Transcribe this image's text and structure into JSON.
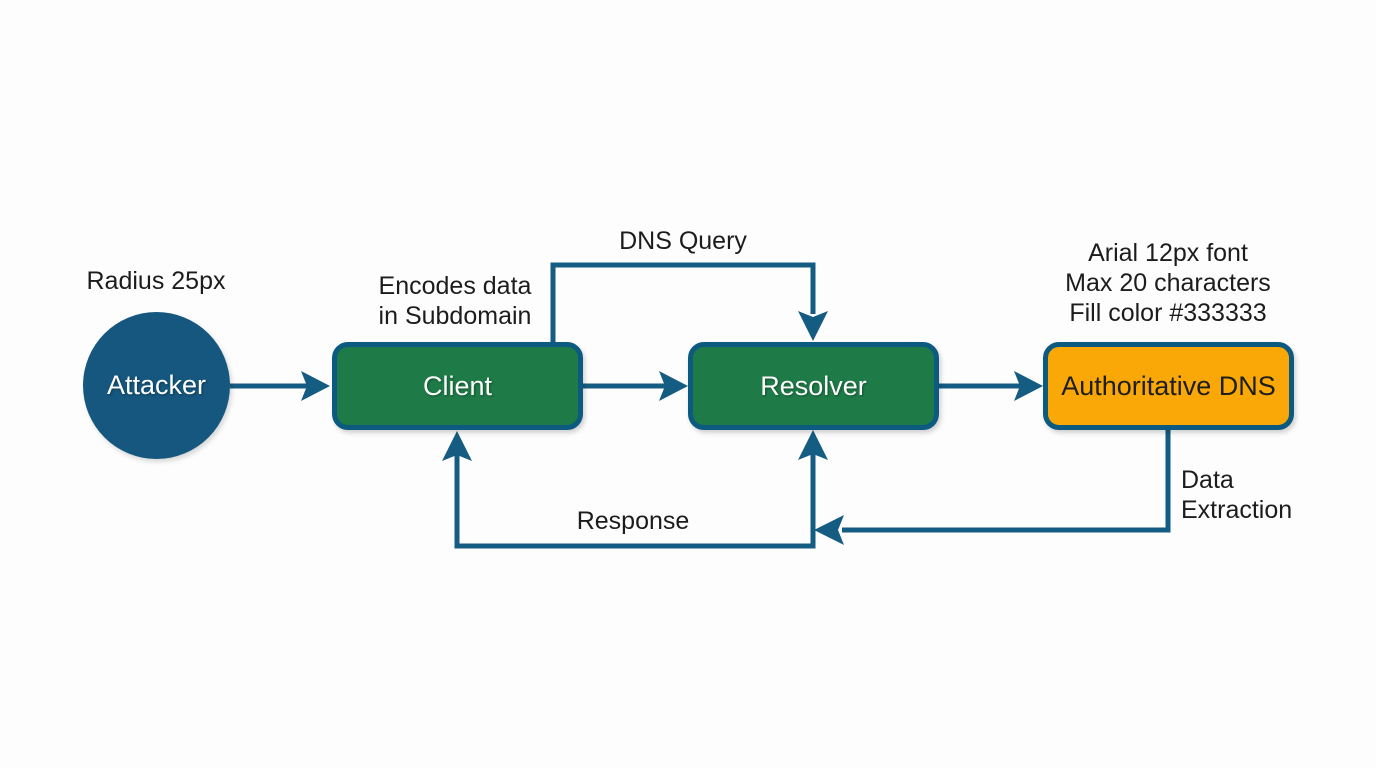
{
  "diagram": {
    "type": "flow-diagram",
    "topic": "DNS data exfiltration flow"
  },
  "colors": {
    "background": "#fdfdfd",
    "line": "#155c82",
    "node_border": "#0d5a80",
    "node_blue": "#15577e",
    "node_green": "#1e7b47",
    "node_orange": "#f9a808",
    "text_dark": "#1c1c1c",
    "text_light": "#ffffff"
  },
  "nodes": {
    "attacker": {
      "label": "Attacker",
      "shape": "circle",
      "fill": "#15577e"
    },
    "client": {
      "label": "Client",
      "shape": "rounded-rect",
      "fill": "#1e7b47"
    },
    "resolver": {
      "label": "Resolver",
      "shape": "rounded-rect",
      "fill": "#1e7b47"
    },
    "authoritative_dns": {
      "label": "Authoritative DNS",
      "shape": "rounded-rect",
      "fill": "#f9a808"
    }
  },
  "labels": {
    "radius_note": "Radius 25px",
    "encodes_note": "Encodes data\nin Subdomain",
    "dns_query": "DNS Query",
    "auth_note": "Arial 12px font\nMax 20 characters\nFill color #333333",
    "data_extraction": "Data\nExtraction",
    "response": "Response"
  },
  "edges": [
    {
      "from": "attacker",
      "to": "client",
      "label": ""
    },
    {
      "from": "client",
      "to": "resolver",
      "label": ""
    },
    {
      "from": "resolver",
      "to": "authoritative_dns",
      "label": ""
    },
    {
      "from": "client",
      "to": "resolver",
      "via": "top",
      "label": "DNS Query"
    },
    {
      "from": "authoritative_dns",
      "to": "resolver",
      "via": "bottom",
      "label": "Data Extraction"
    },
    {
      "from": "resolver",
      "to": "client",
      "via": "bottom",
      "label": "Response"
    }
  ]
}
